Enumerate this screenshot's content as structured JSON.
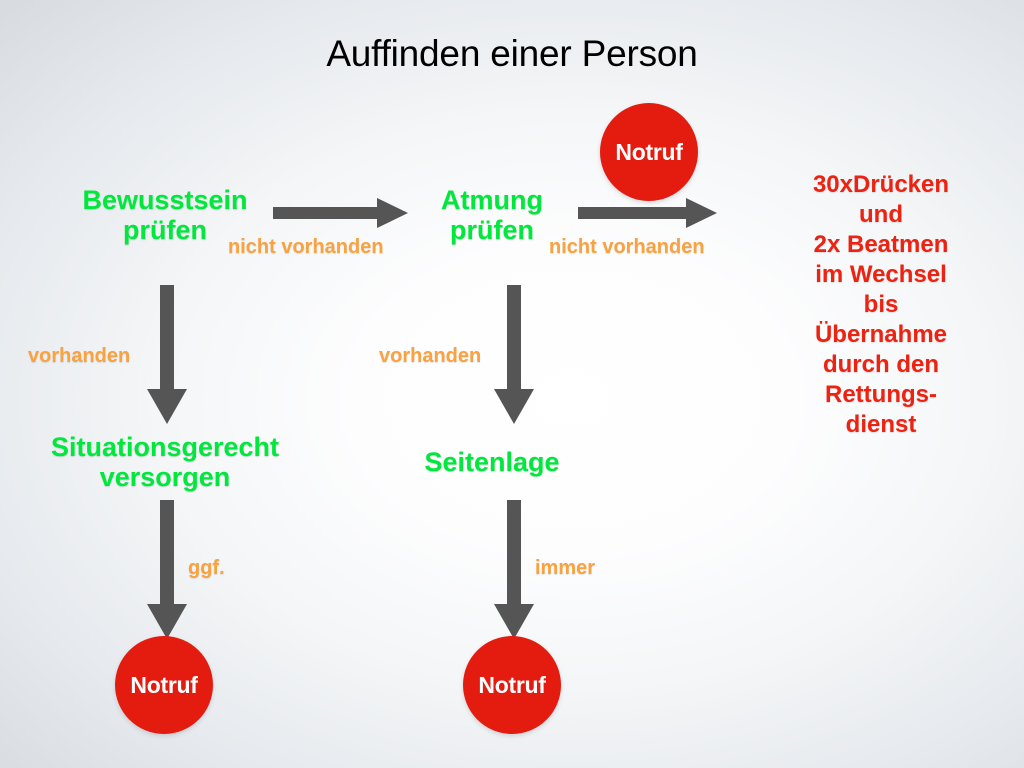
{
  "slide": {
    "title": "Auffinden einer Person",
    "background_edge_color": "#d8dce1",
    "background_center_color": "#ffffff"
  },
  "colors": {
    "node_green": "#00e83c",
    "label_orange": "#f9a23f",
    "emergency_red": "#e41b0f",
    "instruction_red": "#ee2211",
    "arrow_gray": "#555555",
    "title_black": "#000000"
  },
  "nodes": {
    "consciousness_check": "Bewusstsein\nprüfen",
    "breathing_check": "Atmung\nprüfen",
    "situational_care": "Situationsgerecht\nversorgen",
    "recovery_position": "Seitenlage",
    "cpr_instruction": "30xDrücken\nund\n2x Beatmen\nim Wechsel\nbis\nÜbernahme\ndurch den\nRettungs-\ndienst"
  },
  "emergency_circles": {
    "top": "Notruf",
    "bottom_left": "Notruf",
    "bottom_middle": "Notruf"
  },
  "edge_labels": {
    "consciousness_to_breathing": "nicht vorhanden",
    "breathing_to_cpr": "nicht vorhanden",
    "consciousness_to_care": "vorhanden",
    "breathing_to_recovery": "vorhanden",
    "care_to_notruf": "ggf.",
    "recovery_to_notruf": "immer"
  }
}
